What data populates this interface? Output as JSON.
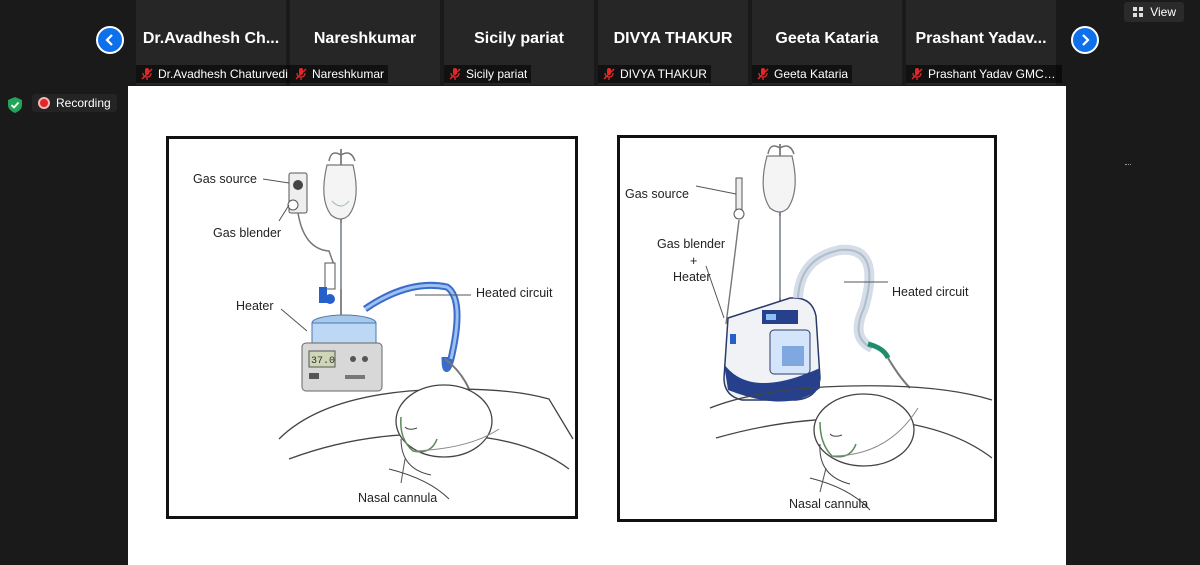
{
  "participants": [
    {
      "display": "Dr.Avadhesh  Ch...",
      "name": "Dr.Avadhesh Chaturvedi"
    },
    {
      "display": "Nareshkumar",
      "name": "Nareshkumar"
    },
    {
      "display": "Sicily pariat",
      "name": "Sicily pariat"
    },
    {
      "display": "DIVYA THAKUR",
      "name": "DIVYA THAKUR"
    },
    {
      "display": "Geeta Kataria",
      "name": "Geeta Kataria"
    },
    {
      "display": "Prashant  Yadav...",
      "name": "Prashant Yadav GMC B..."
    }
  ],
  "view_label": "View",
  "recording_label": "Recording",
  "slide": {
    "left_diagram": {
      "gas_source": "Gas source",
      "gas_blender": "Gas blender",
      "heater": "Heater",
      "heated_circuit": "Heated circuit",
      "nasal_cannula": "Nasal cannula",
      "display_reading": "37.0"
    },
    "right_diagram": {
      "gas_source": "Gas source",
      "gas_blender": "Gas blender",
      "plus": "+",
      "heater": "Heater",
      "heated_circuit": "Heated circuit",
      "nasal_cannula": "Nasal cannula"
    }
  },
  "colors": {
    "accent": "#0e71eb",
    "mic_muted": "#e02828",
    "tile_bg": "#262626",
    "shield": "#23a559"
  }
}
